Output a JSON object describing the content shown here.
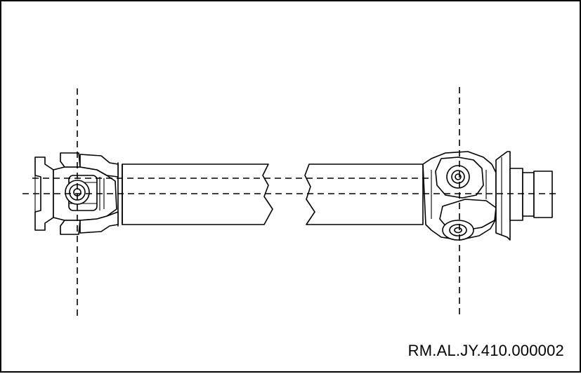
{
  "figure": {
    "reference_code": "RM.AL.JY.410.000002",
    "components": [
      "front-universal-joint",
      "propeller-shaft-tube",
      "rear-universal-joint",
      "rear-flange"
    ],
    "colors": {
      "line": "#000000",
      "background": "#ffffff"
    }
  }
}
